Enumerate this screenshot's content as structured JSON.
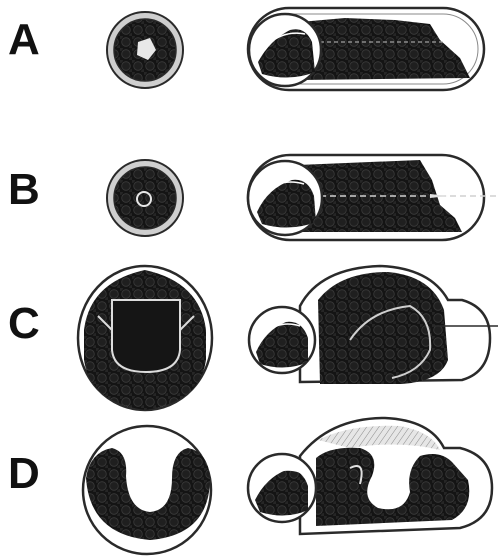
{
  "panels": [
    {
      "label": "A"
    },
    {
      "label": "B"
    },
    {
      "label": "C"
    },
    {
      "label": "D"
    }
  ],
  "colors": {
    "ink": "#141414",
    "outline": "#2a2a2a",
    "pale": "#d8d8d8",
    "background": "#ffffff"
  }
}
